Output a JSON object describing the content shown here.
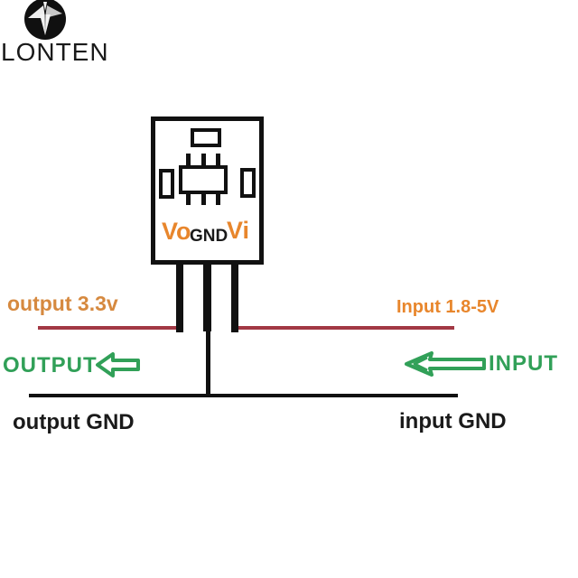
{
  "brand": {
    "name": "LONTEN",
    "logo_icon": "origami-bird-icon"
  },
  "module": {
    "labels": {
      "vo": "Vo",
      "gnd": "GND",
      "vi": "Vi"
    }
  },
  "left_side": {
    "voltage_label": "output 3.3v",
    "direction_label": "OUTPUT",
    "ground_label": "output GND"
  },
  "right_side": {
    "voltage_label": "Input 1.8-5V",
    "direction_label": "INPUT",
    "ground_label": "input GND"
  },
  "colors": {
    "bg": "#ffffff",
    "orange": "#e8862c",
    "orange_muted": "#d6893f",
    "green": "#31a058",
    "wire_red": "#a23844",
    "wire_black": "#111111",
    "text_black": "#1a1a1a"
  }
}
